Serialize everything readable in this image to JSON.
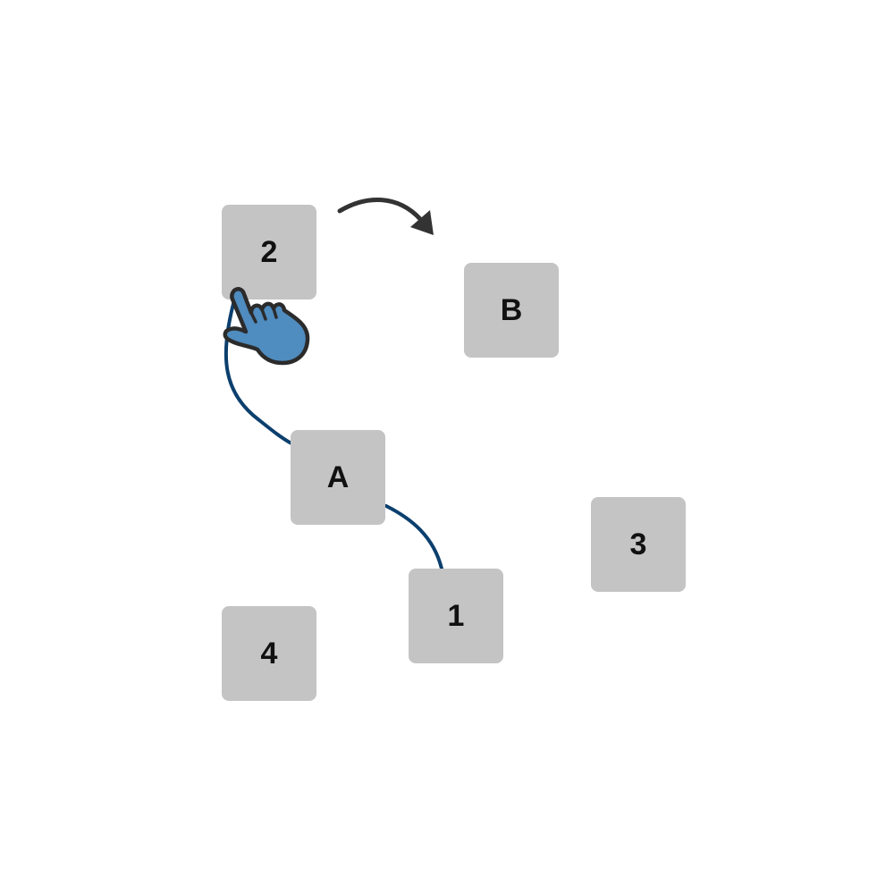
{
  "colors": {
    "tile_fill": "#c4c4c4",
    "tile_text": "#111111",
    "path_line": "#0b3f6e",
    "arrow": "#333333",
    "hand_fill": "#4f8cbf",
    "hand_outline": "#2b2b2b"
  },
  "tiles": {
    "t2": {
      "label": "2"
    },
    "tB": {
      "label": "B"
    },
    "tA": {
      "label": "A"
    },
    "t3": {
      "label": "3"
    },
    "t1": {
      "label": "1"
    },
    "t4": {
      "label": "4"
    }
  },
  "icons": {
    "drag_hand": "hand-pointer-icon",
    "direction": "curved-arrow-right-icon"
  }
}
